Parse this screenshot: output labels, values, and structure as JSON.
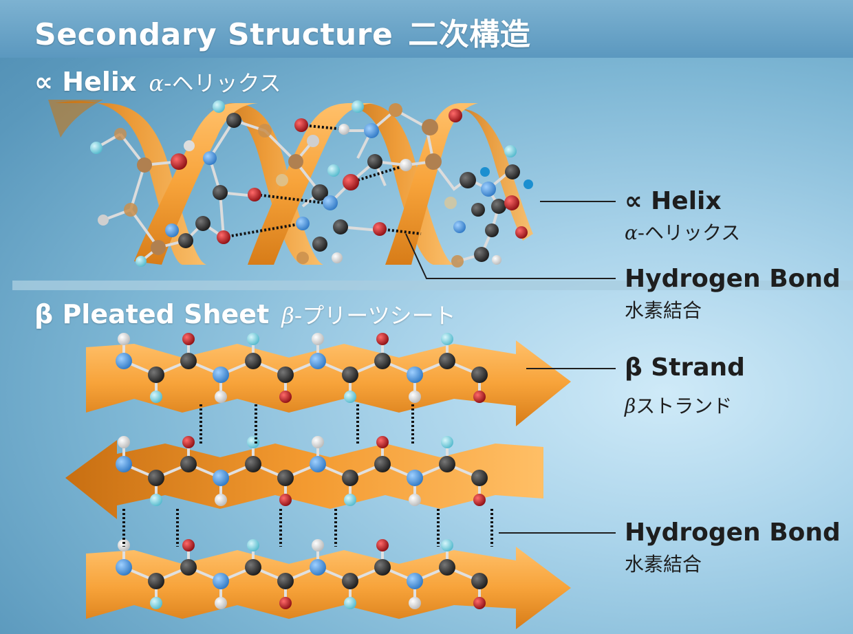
{
  "header": {
    "title_en": "Secondary Structure",
    "title_jp": "二次構造"
  },
  "helix_section": {
    "heading_symbol": "∝",
    "heading_en": "Helix",
    "heading_jp_greek": "α",
    "heading_jp": "-ヘリックス"
  },
  "sheet_section": {
    "heading_symbol": "β",
    "heading_en": "Pleated Sheet",
    "heading_jp_greek": "β",
    "heading_jp": "-プリーツシート"
  },
  "callouts": [
    {
      "id": "helix",
      "en": "∝ Helix",
      "jp_greek": "α",
      "jp": "-ヘリックス"
    },
    {
      "id": "hbond-top",
      "en": "Hydrogen Bond",
      "jp_greek": "",
      "jp": "水素結合"
    },
    {
      "id": "strand",
      "en": "β Strand",
      "jp_greek": "β",
      "jp": "ストランド"
    },
    {
      "id": "hbond-bottom",
      "en": "Hydrogen Bond",
      "jp_greek": "",
      "jp": "水素結合"
    }
  ],
  "colors": {
    "ribbon": "#f7a33a",
    "ribbon_dark": "#d77c18",
    "carbon": "#2b2b2b",
    "nitrogen": "#3f8fd6",
    "oxygen": "#b3161b",
    "hydrogen": "#e6e6e6",
    "side_chain": "#7fd3e0",
    "bond_line": "#1f1f1f"
  }
}
